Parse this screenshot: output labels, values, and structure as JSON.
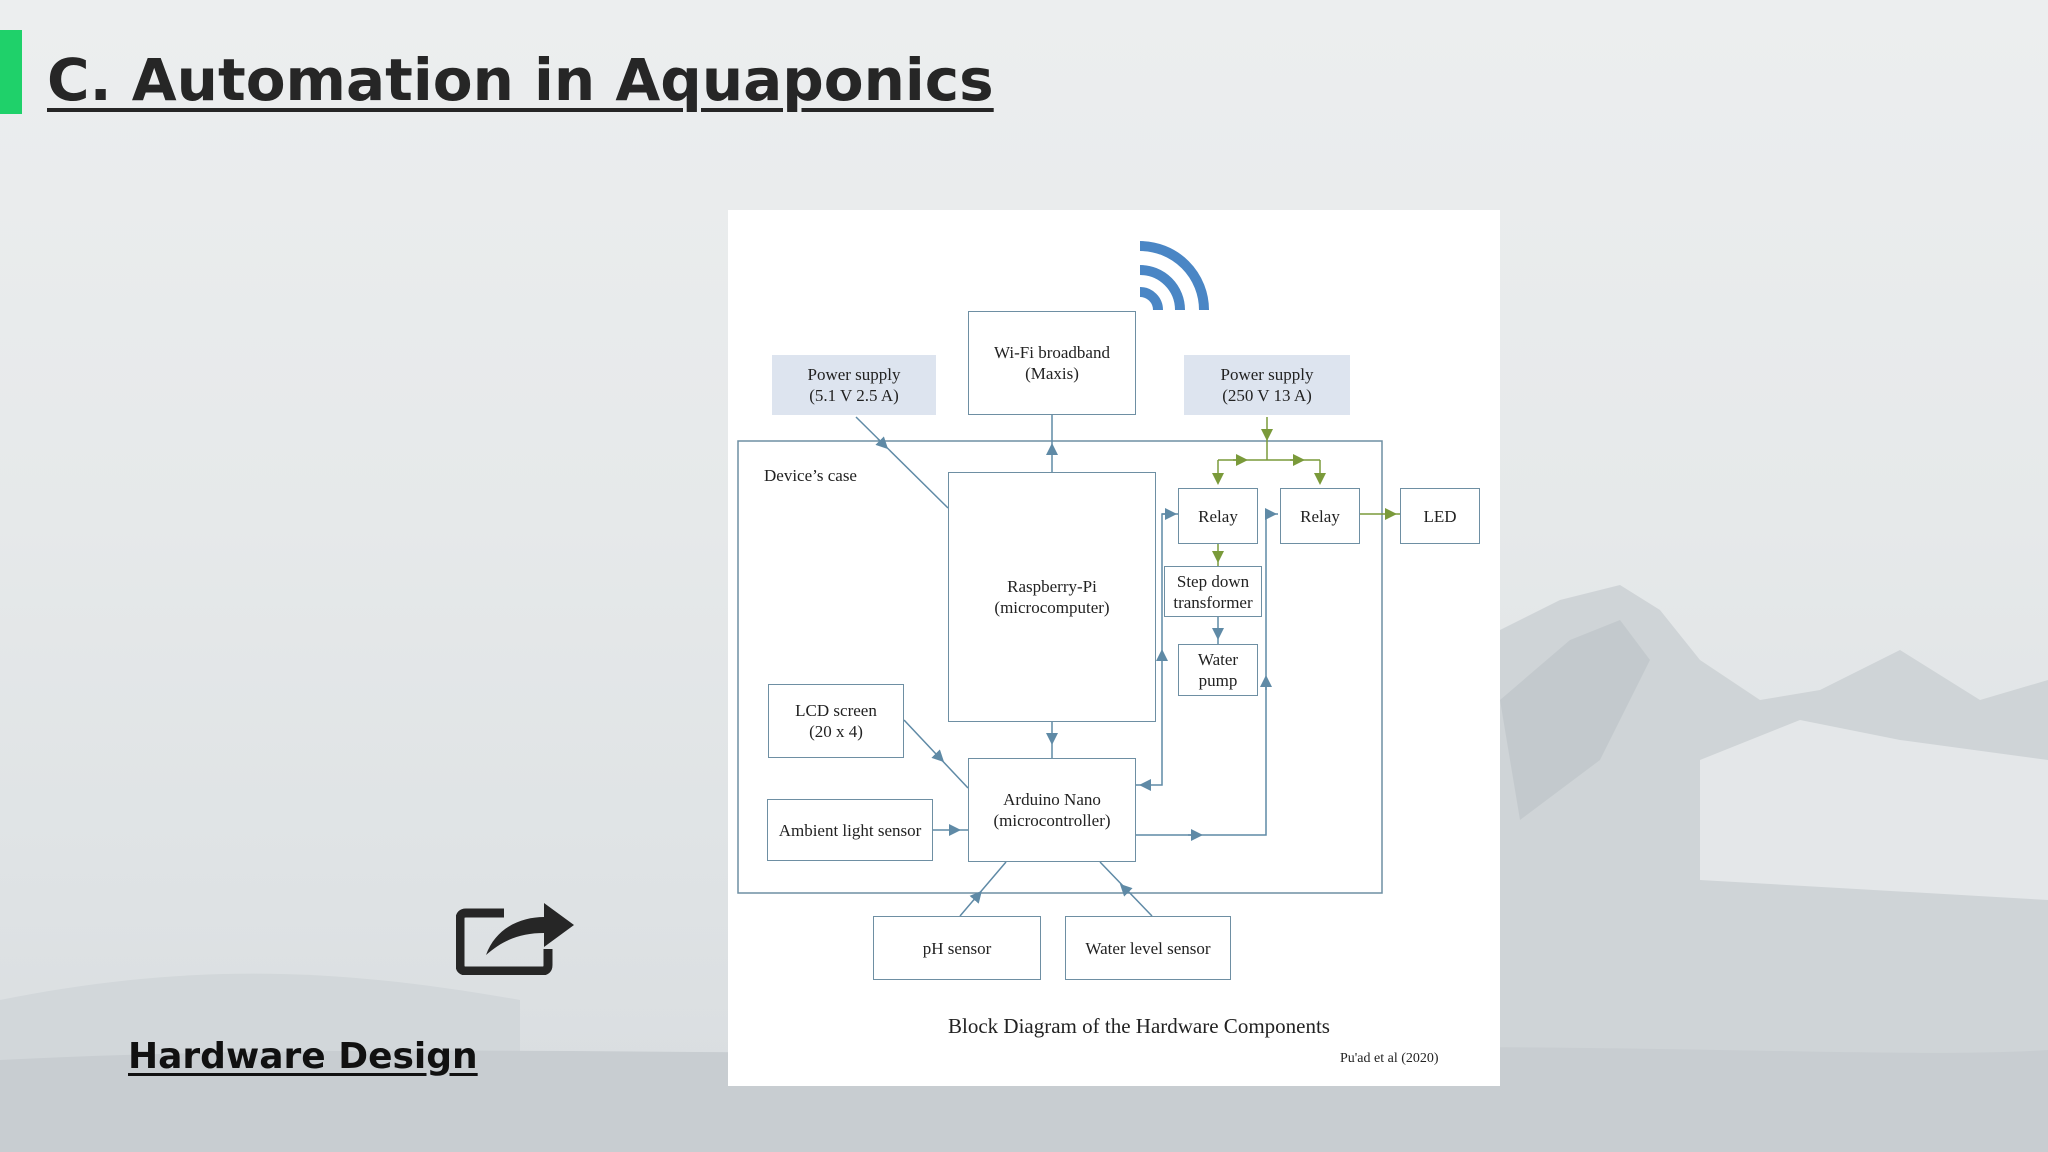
{
  "slide": {
    "title": "C. Automation in Aquaponics",
    "link_label": "Hardware Design",
    "accent_color": "#1fd16a",
    "link_icon": "share-external-icon"
  },
  "diagram": {
    "caption": "Block Diagram of the Hardware Components",
    "citation": "Pu'ad et al (2020)",
    "case_label": "Device’s case",
    "wifi_icon": "wifi-signal-icon",
    "blocks": {
      "power_left": "Power supply\n(5.1 V 2.5 A)",
      "wifi": "Wi-Fi broadband\n(Maxis)",
      "power_right": "Power supply\n(250 V 13 A)",
      "raspberry": "Raspberry-Pi\n(microcomputer)",
      "relay1": "Relay",
      "relay2": "Relay",
      "led": "LED",
      "stepdown": "Step down\ntransformer",
      "pump": "Water\npump",
      "lcd": "LCD screen\n(20 x 4)",
      "arduino": "Arduino Nano\n(microcontroller)",
      "ambient": "Ambient light sensor",
      "ph": "pH sensor",
      "level": "Water level sensor"
    }
  }
}
